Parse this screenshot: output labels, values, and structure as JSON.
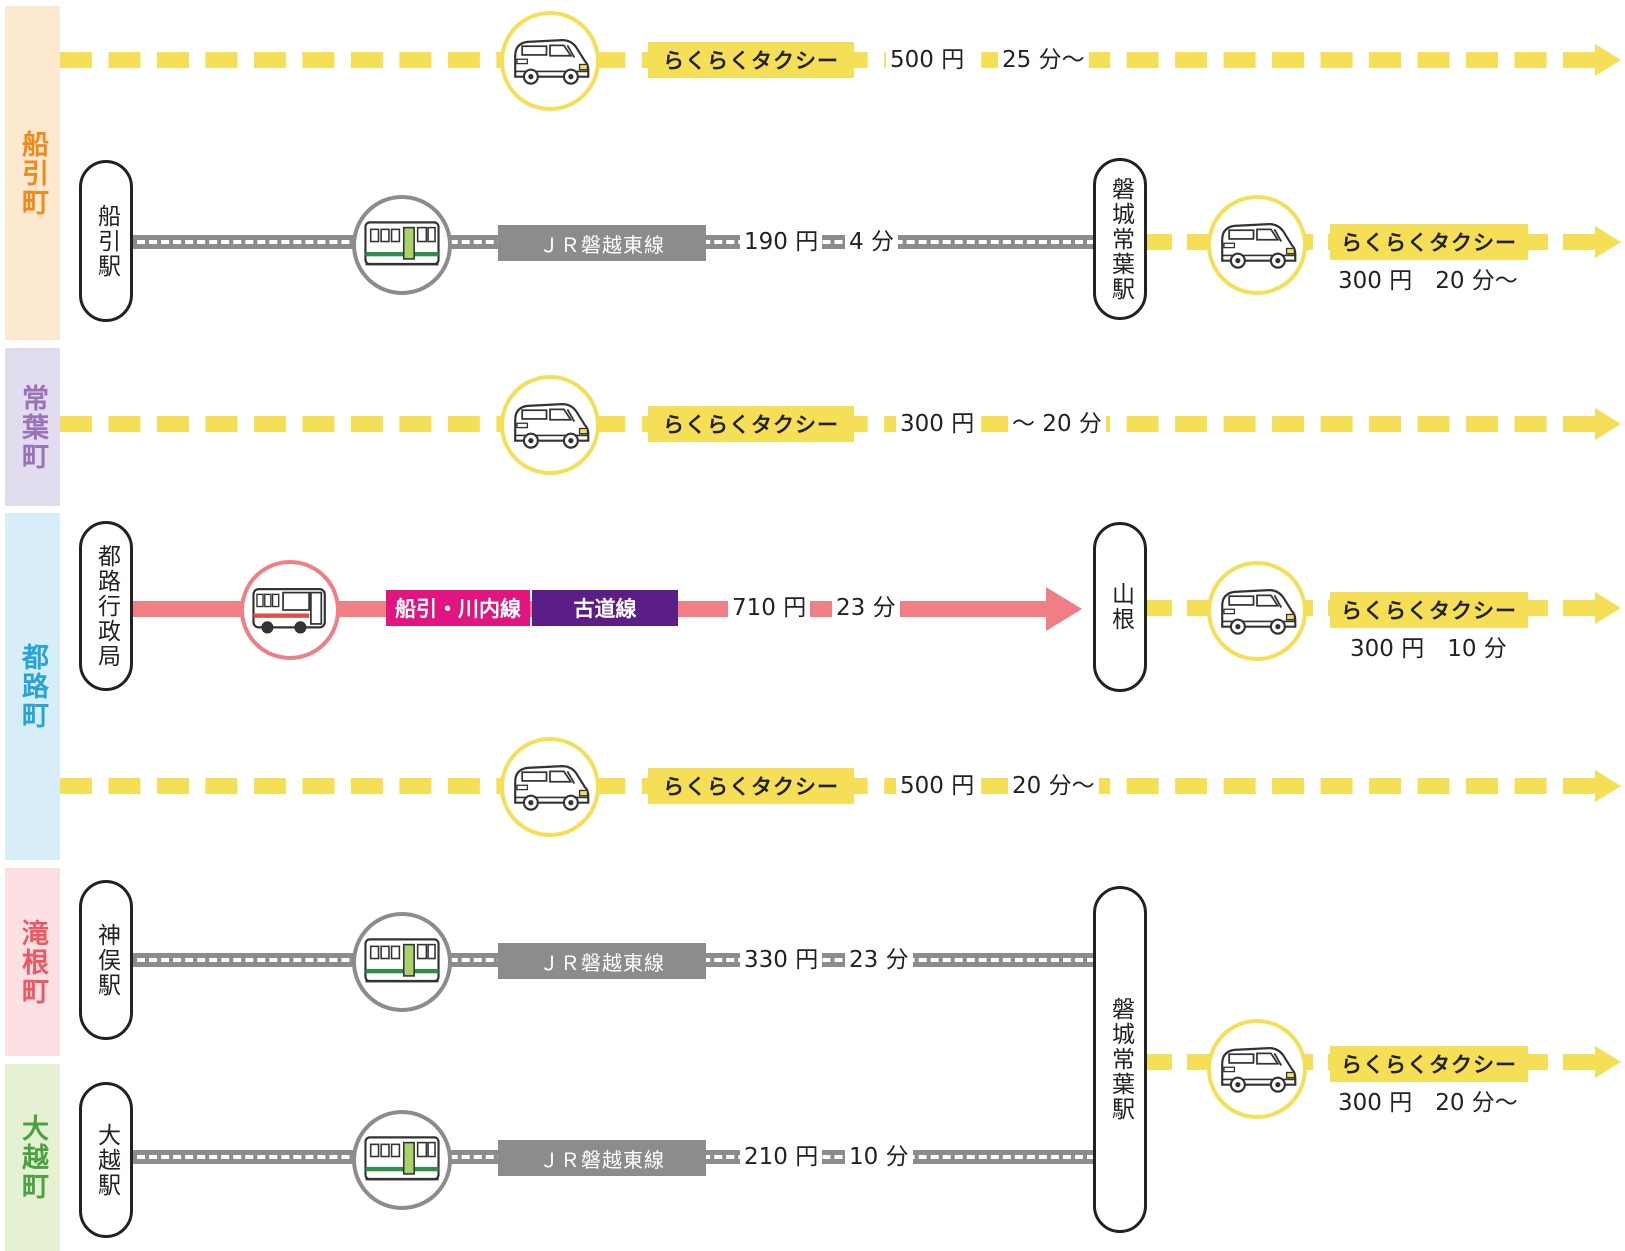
{
  "zones": [
    {
      "label": "船引町",
      "text_color": "#f08a1c",
      "bg_color": "#fde9d0"
    },
    {
      "label": "常葉町",
      "text_color": "#9a72b5",
      "bg_color": "#e1dcee"
    },
    {
      "label": "都路町",
      "text_color": "#25a3db",
      "bg_color": "#d7eef8"
    },
    {
      "label": "滝根町",
      "text_color": "#ee5862",
      "bg_color": "#fde0e3"
    },
    {
      "label": "大越町",
      "text_color": "#4ba241",
      "bg_color": "#e6f0d2"
    }
  ],
  "stations": {
    "funehiki": "船引駅",
    "iwaki_tokiwa_1": "磐城常葉駅",
    "miyakoji": "都路行政局",
    "yamane": "山根",
    "kanmata": "神俣駅",
    "iwaki_tokiwa_2": "磐城常葉駅",
    "ogoe": "大越駅"
  },
  "routes": {
    "r1": {
      "mode": "taxi-icon",
      "name": "らくらくタクシー",
      "fare": "500 円",
      "time": "25 分～"
    },
    "r2": {
      "mode": "train-icon",
      "name": "ＪＲ磐越東線",
      "fare": "190 円",
      "time": "4 分"
    },
    "r2_taxi": {
      "mode": "taxi-icon",
      "name": "らくらくタクシー",
      "fare_time": "300 円　20 分～"
    },
    "r3": {
      "mode": "taxi-icon",
      "name": "らくらくタクシー",
      "fare": "300 円",
      "time": "～ 20 分"
    },
    "r4": {
      "mode": "bus-icon",
      "name_a": "船引・川内線",
      "name_b": "古道線",
      "fare": "710 円",
      "time": "23 分"
    },
    "r4_taxi": {
      "mode": "taxi-icon",
      "name": "らくらくタクシー",
      "fare_time": "300 円　10 分"
    },
    "r5": {
      "mode": "taxi-icon",
      "name": "らくらくタクシー",
      "fare": "500 円",
      "time": "20 分～"
    },
    "r6": {
      "mode": "train-icon",
      "name": "ＪＲ磐越東線",
      "fare": "330 円",
      "time": "23 分"
    },
    "r7": {
      "mode": "train-icon",
      "name": "ＪＲ磐越東線",
      "fare": "210 円",
      "time": "10 分"
    },
    "r7_taxi": {
      "mode": "taxi-icon",
      "name": "らくらくタクシー",
      "fare_time": "300 円　20 分～"
    }
  },
  "colors": {
    "taxi_yellow": "#f5df57",
    "jr_gray": "#8c8c8c",
    "bus_pink": "#ef7f85",
    "bus_line_magenta": "#e0157f",
    "bus_line_purple": "#5b1e86"
  }
}
